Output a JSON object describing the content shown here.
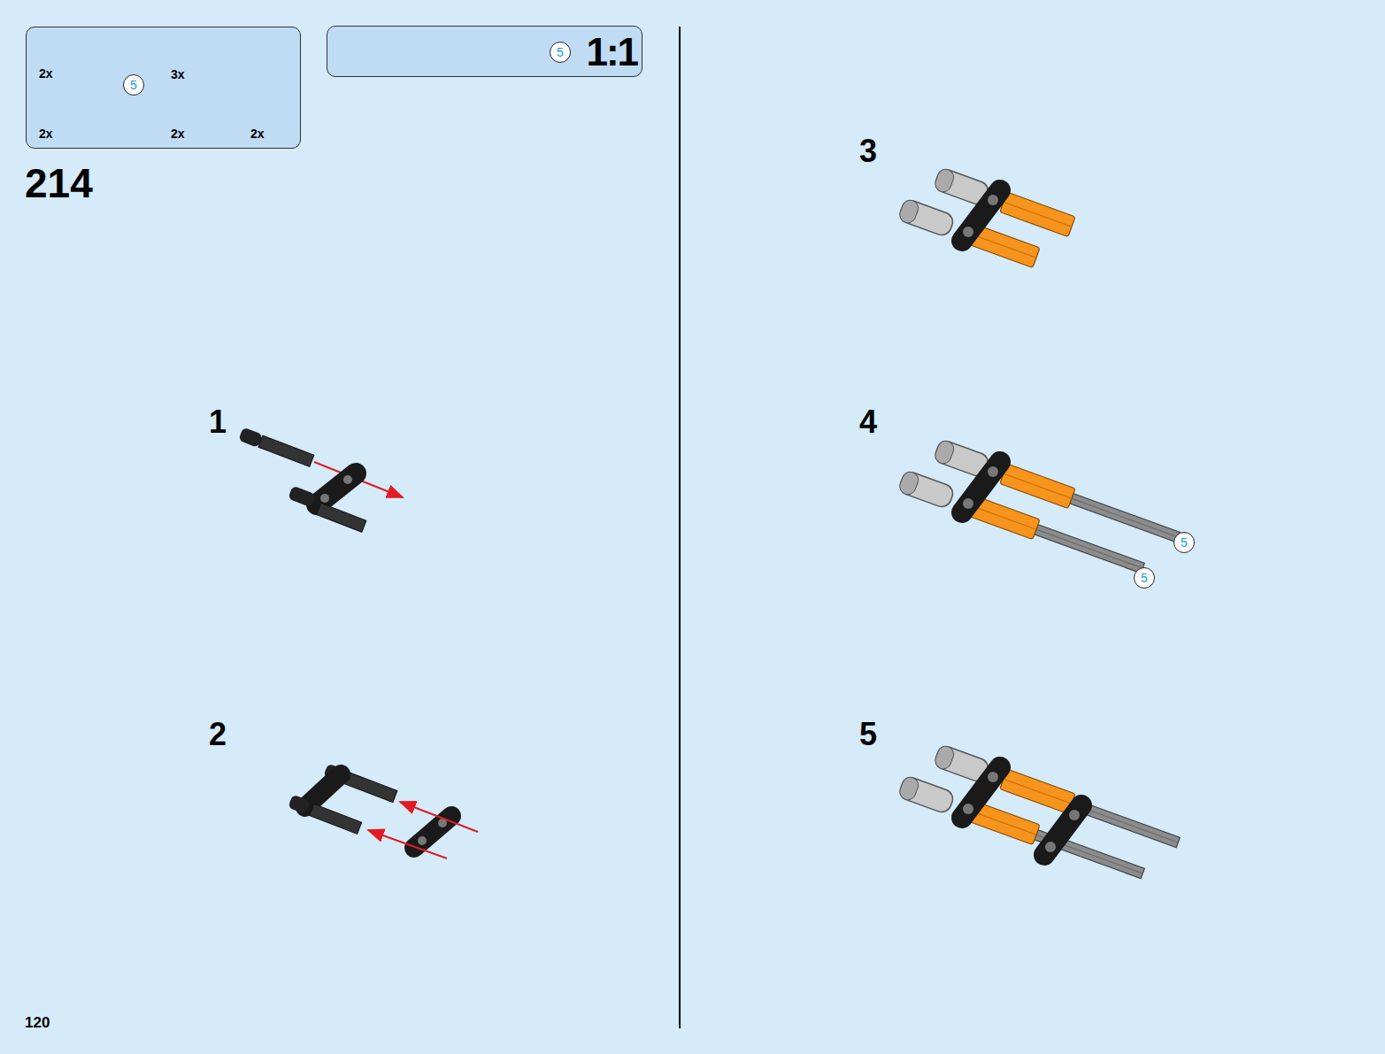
{
  "diagram": {
    "nodes": [
      {
        "text": [
          "2x",
          "3x",
          "2x",
          "2x",
          "2x"
        ]
      },
      {
        "text": [
          "5"
        ],
        "in": 0
      },
      {
        "text": [
          "1:1"
        ]
      },
      {
        "text": [
          "5"
        ],
        "in": 2
      },
      {
        "text": [
          "5"
        ]
      },
      {
        "text": [
          "5"
        ]
      }
    ],
    "edges": [],
    "labels": [
      "214",
      "1",
      "2",
      "3",
      "4",
      "5",
      "120"
    ]
  }
}
